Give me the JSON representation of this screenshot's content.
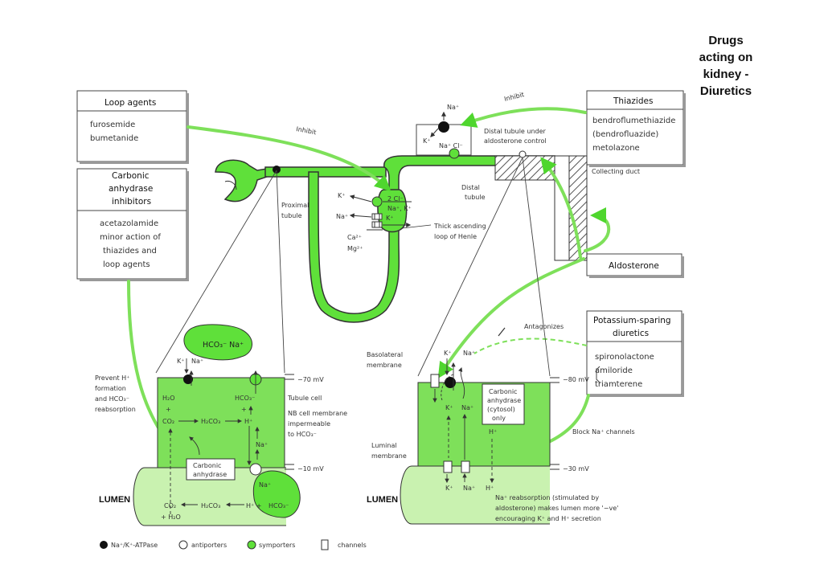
{
  "title": {
    "line1": "Drugs",
    "line2": "acting on",
    "line3": "kidney -",
    "line4": "Diuretics"
  },
  "boxes": {
    "loop": {
      "heading": "Loop agents",
      "drugs": [
        "furosemide",
        "bumetanide"
      ]
    },
    "carbonic": {
      "heading": [
        "Carbonic",
        "anhydrase",
        "inhibitors"
      ],
      "drugs": [
        "acetazolamide",
        "minor action of",
        "thiazides and",
        "loop agents"
      ]
    },
    "thiazides": {
      "heading": "Thiazides",
      "drugs": [
        "bendroflumethiazide",
        "(bendrofluazide)",
        "metolazone"
      ]
    },
    "aldosterone": {
      "heading": "Aldosterone"
    },
    "ksparing": {
      "heading": [
        "Potassium-sparing",
        "diuretics"
      ],
      "drugs": [
        "spironolactone",
        "amiloride",
        "triamterene"
      ]
    }
  },
  "nephron": {
    "inhibit_loop": "Inhibit",
    "inhibit_thiazide": "Inhibit",
    "proximal": [
      "Proximal",
      "tubule"
    ],
    "distal_under": [
      "Distal tubule under",
      "aldosterone control"
    ],
    "distal": [
      "Distal",
      "tubule"
    ],
    "collecting": "Collecting duct",
    "thick_loop": [
      "Thick ascending",
      "loop of Henle"
    ],
    "ions_loop": {
      "k_out": "K⁺",
      "na_out": "Na⁺",
      "cl2": "2 Cl⁻",
      "na_k": "Na⁺, K⁺",
      "k_in": "K⁺",
      "ca": "Ca²⁺",
      "mg": "Mg²⁺"
    },
    "ions_distal": {
      "na_top": "Na⁺",
      "k_side": "K⁺",
      "na_cl": "Na⁺ Cl⁻"
    },
    "antagonizes": "Antagonizes",
    "block": "Block Na⁺ channels"
  },
  "left_cell": {
    "bubble_top": "HCO₃⁻ Na⁺",
    "k_na": [
      "K⁺",
      "Na⁺"
    ],
    "prevent": [
      "Prevent H⁺",
      "formation",
      "and HCO₃⁻",
      "reabsorption"
    ],
    "h2o": "H₂O",
    "plus1": "+",
    "co2": "CO₂",
    "h2co3": "H₂CO₃",
    "hplus": "H⁺",
    "hco3": "HCO₃⁻",
    "plus2": "+",
    "na_cell": "Na⁺",
    "carbonic_label": [
      "Carbonic",
      "anhydrase"
    ],
    "mv70": "−70 mV",
    "mv10": "−10 mV",
    "tubule_cell": "Tubule cell",
    "nb": [
      "NB cell membrane",
      "impermeable",
      "to HCO₃⁻"
    ],
    "lumen": "LUMEN",
    "lumen_eq": [
      "CO₂",
      "+ H₂O",
      "H₂CO₃",
      "H⁺ +",
      "HCO₃⁻"
    ],
    "bubble_bottom": "Na⁺"
  },
  "right_cell": {
    "basolateral": [
      "Basolateral",
      "membrane"
    ],
    "k_na_top": [
      "K⁺",
      "Na⁺"
    ],
    "mv80": "−80 mV",
    "mv30": "−30 mV",
    "carbonic_box": [
      "Carbonic",
      "anhydrase",
      "(cytosol)",
      "only"
    ],
    "k_cell": "K⁺",
    "na_cell": "Na⁺",
    "h_cell": "H⁺",
    "luminal": [
      "Luminal",
      "membrane"
    ],
    "lumen": "LUMEN",
    "bottom_ions": [
      "K⁺",
      "Na⁺",
      "H⁺"
    ],
    "note": [
      "Na⁺ reabsorption (stimulated by",
      "aldosterone) makes lumen more '−ve'",
      "encouraging K⁺ and H⁺ secretion"
    ]
  },
  "legend": {
    "atpase": "Na⁺/K⁺-ATPase",
    "antiporters": "antiporters",
    "symporters": "symporters",
    "channels": "channels"
  },
  "colors": {
    "green": "#5fe03a",
    "light_green": "#c9f2b0",
    "arrow": "#7ee05a",
    "hatch": "#555555"
  }
}
